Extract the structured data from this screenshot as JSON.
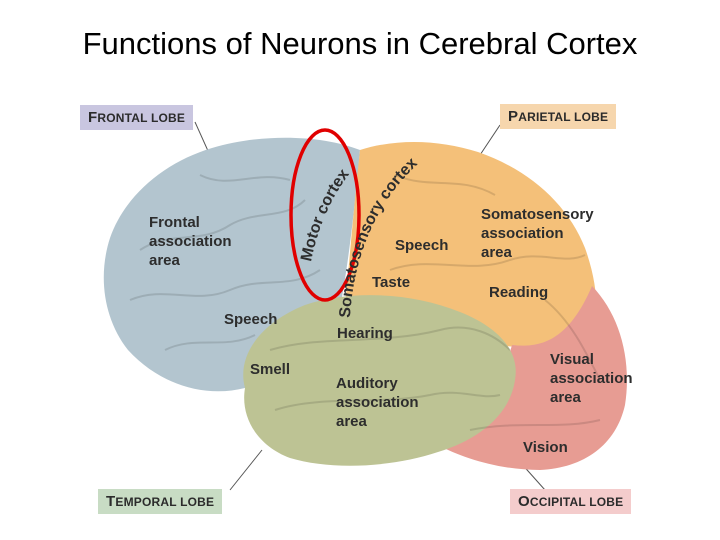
{
  "title": "Functions of Neurons in Cerebral Cortex",
  "lobes": {
    "frontal": {
      "cap": "F",
      "rest": "RONTAL LOBE",
      "color": "#c9c6e0"
    },
    "parietal": {
      "cap": "P",
      "rest": "ARIETAL LOBE",
      "color": "#f6d6ad"
    },
    "temporal": {
      "cap": "T",
      "rest": "EMPORAL LOBE",
      "color": "#c8dcc4"
    },
    "occipital": {
      "cap": "O",
      "rest": "CCIPITAL LOBE",
      "color": "#f4cccc"
    }
  },
  "regions": {
    "motor_cortex": "Motor cortex",
    "somatosensory_cortex": "Somatosensory cortex",
    "frontal_association": [
      "Frontal",
      "association",
      "area"
    ],
    "speech_frontal": "Speech",
    "smell": "Smell",
    "speech_parietal": "Speech",
    "taste": "Taste",
    "hearing": "Hearing",
    "somatosensory_association": [
      "Somatosensory",
      "association",
      "area"
    ],
    "reading": "Reading",
    "visual_association": [
      "Visual",
      "association",
      "area"
    ],
    "auditory_association": [
      "Auditory",
      "association",
      "area"
    ],
    "vision": "Vision"
  },
  "colors": {
    "frontal_lobe": "#b3c5cf",
    "parietal_lobe": "#f4c079",
    "temporal_lobe": "#bdc394",
    "occipital_lobe": "#e79c93",
    "highlight_ring": "#e00000"
  }
}
